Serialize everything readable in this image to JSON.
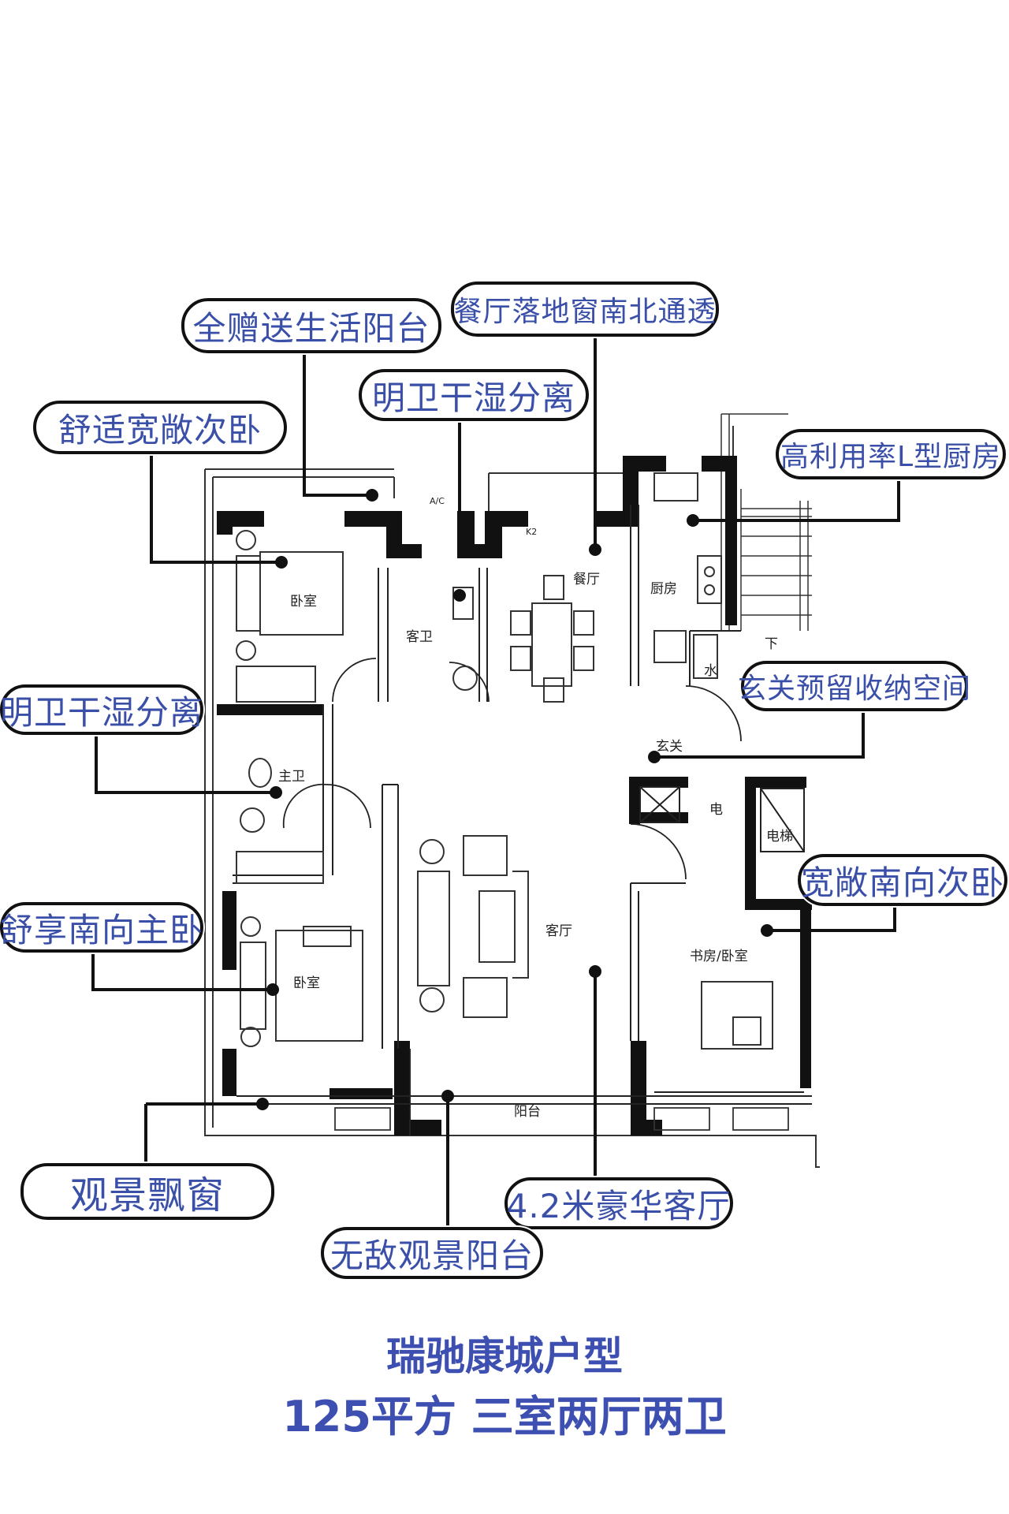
{
  "callouts": {
    "balcony_gift": "全赠送生活阳台",
    "dining_window": "餐厅落地窗南北通透",
    "guest_bath": "明卫干湿分离",
    "second_bedroom": "舒适宽敞次卧",
    "kitchen": "高利用率L型厨房",
    "entry_storage": "玄关预留收纳空间",
    "master_bath": "明卫干湿分离",
    "south_bedroom": "宽敞南向次卧",
    "master_bedroom": "舒享南向主卧",
    "bay_window": "观景飘窗",
    "living_room": "4.2米豪华客厅",
    "view_balcony": "无敌观景阳台"
  },
  "rooms": {
    "bedroom_top": "卧室",
    "guest_bath": "客卫",
    "dining": "餐厅",
    "kitchen": "厨房",
    "water": "水",
    "down": "下",
    "entry": "玄关",
    "master_bath": "主卫",
    "electric": "电",
    "elevator": "电梯",
    "living": "客厅",
    "study": "书房/卧室",
    "bedroom_master": "卧室",
    "balcony": "阳台",
    "ac": "A/C",
    "k2": "K2"
  },
  "footer": {
    "line1": "瑞驰康城户型",
    "line2": "125平方 三室两厅两卫"
  },
  "colors": {
    "callout_text": "#3a4fa8",
    "title_text": "#3d4fb0",
    "wall": "#111111"
  }
}
